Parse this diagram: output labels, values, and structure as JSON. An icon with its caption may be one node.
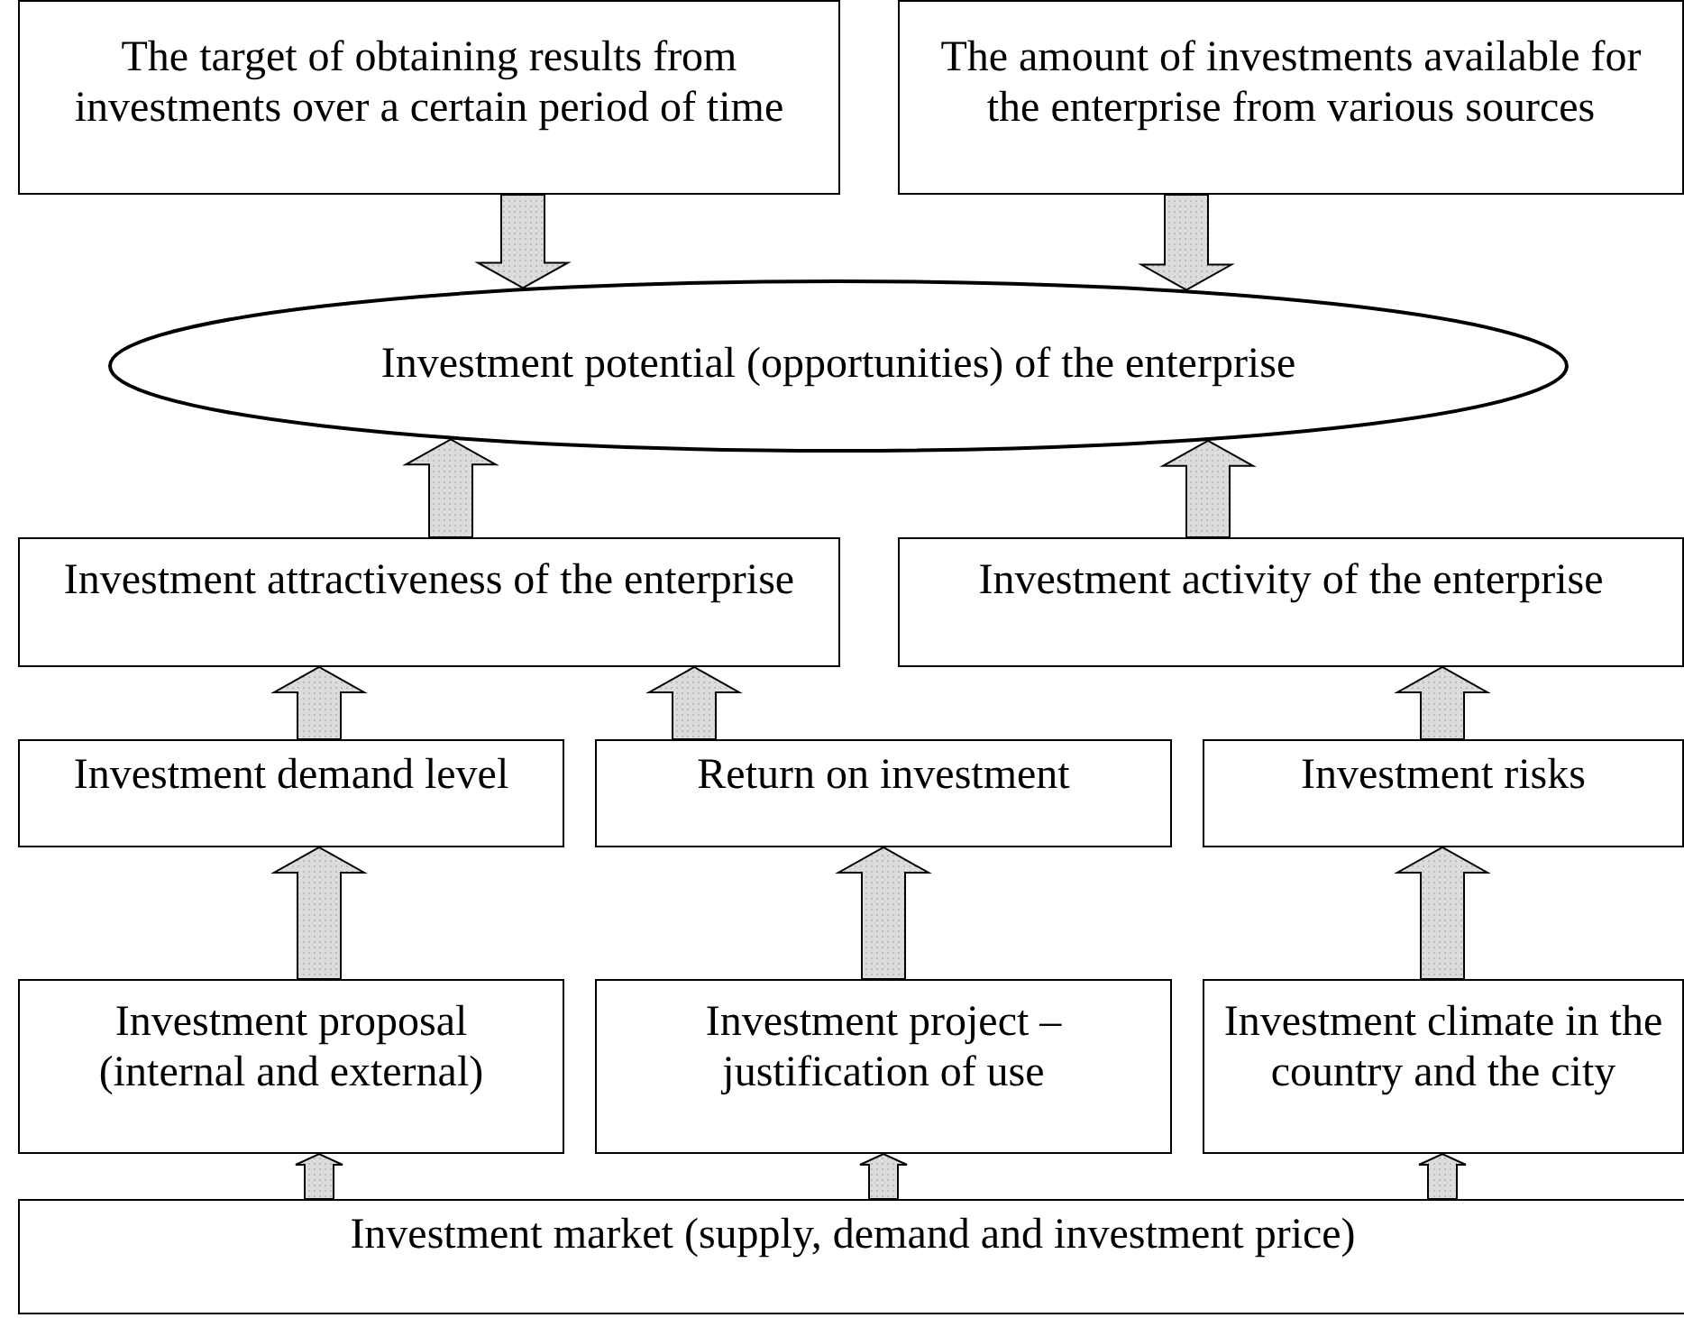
{
  "diagram": {
    "nodes": [
      {
        "text": [
          "The target of obtaining results from investments over a certain period of time"
        ]
      },
      {
        "text": [
          "The amount of investments available for the enterprise from various sources"
        ]
      },
      {
        "text": [
          "Investment potential (opportunities) of the enterprise"
        ]
      },
      {
        "text": [
          "Investment attractiveness of the enterprise"
        ]
      },
      {
        "text": [
          "Investment activity of the enterprise"
        ]
      },
      {
        "text": [
          "Investment demand level"
        ]
      },
      {
        "text": [
          "Return on investment"
        ]
      },
      {
        "text": [
          "Investment risks"
        ]
      },
      {
        "text": [
          "Investment proposal (internal and external)"
        ]
      },
      {
        "text": [
          "Investment project – justification of use"
        ]
      },
      {
        "text": [
          "Investment climate in the country and the city"
        ]
      },
      {
        "text": [
          "Investment market (supply, demand and investment price)"
        ]
      }
    ],
    "edges": [
      {
        "from": 0,
        "to": 2,
        "arrow": "to"
      },
      {
        "from": 1,
        "to": 2,
        "arrow": "to"
      },
      {
        "from": 3,
        "to": 2,
        "arrow": "to"
      },
      {
        "from": 4,
        "to": 2,
        "arrow": "to"
      },
      {
        "from": 5,
        "to": 3,
        "arrow": "to"
      },
      {
        "from": 6,
        "to": 3,
        "arrow": "to"
      },
      {
        "from": 7,
        "to": 4,
        "arrow": "to"
      },
      {
        "from": 8,
        "to": 5,
        "arrow": "to"
      },
      {
        "from": 9,
        "to": 6,
        "arrow": "to"
      },
      {
        "from": 10,
        "to": 7,
        "arrow": "to"
      },
      {
        "from": 11,
        "to": 8,
        "arrow": "to"
      },
      {
        "from": 11,
        "to": 9,
        "arrow": "to"
      },
      {
        "from": 11,
        "to": 10,
        "arrow": "to"
      }
    ]
  }
}
